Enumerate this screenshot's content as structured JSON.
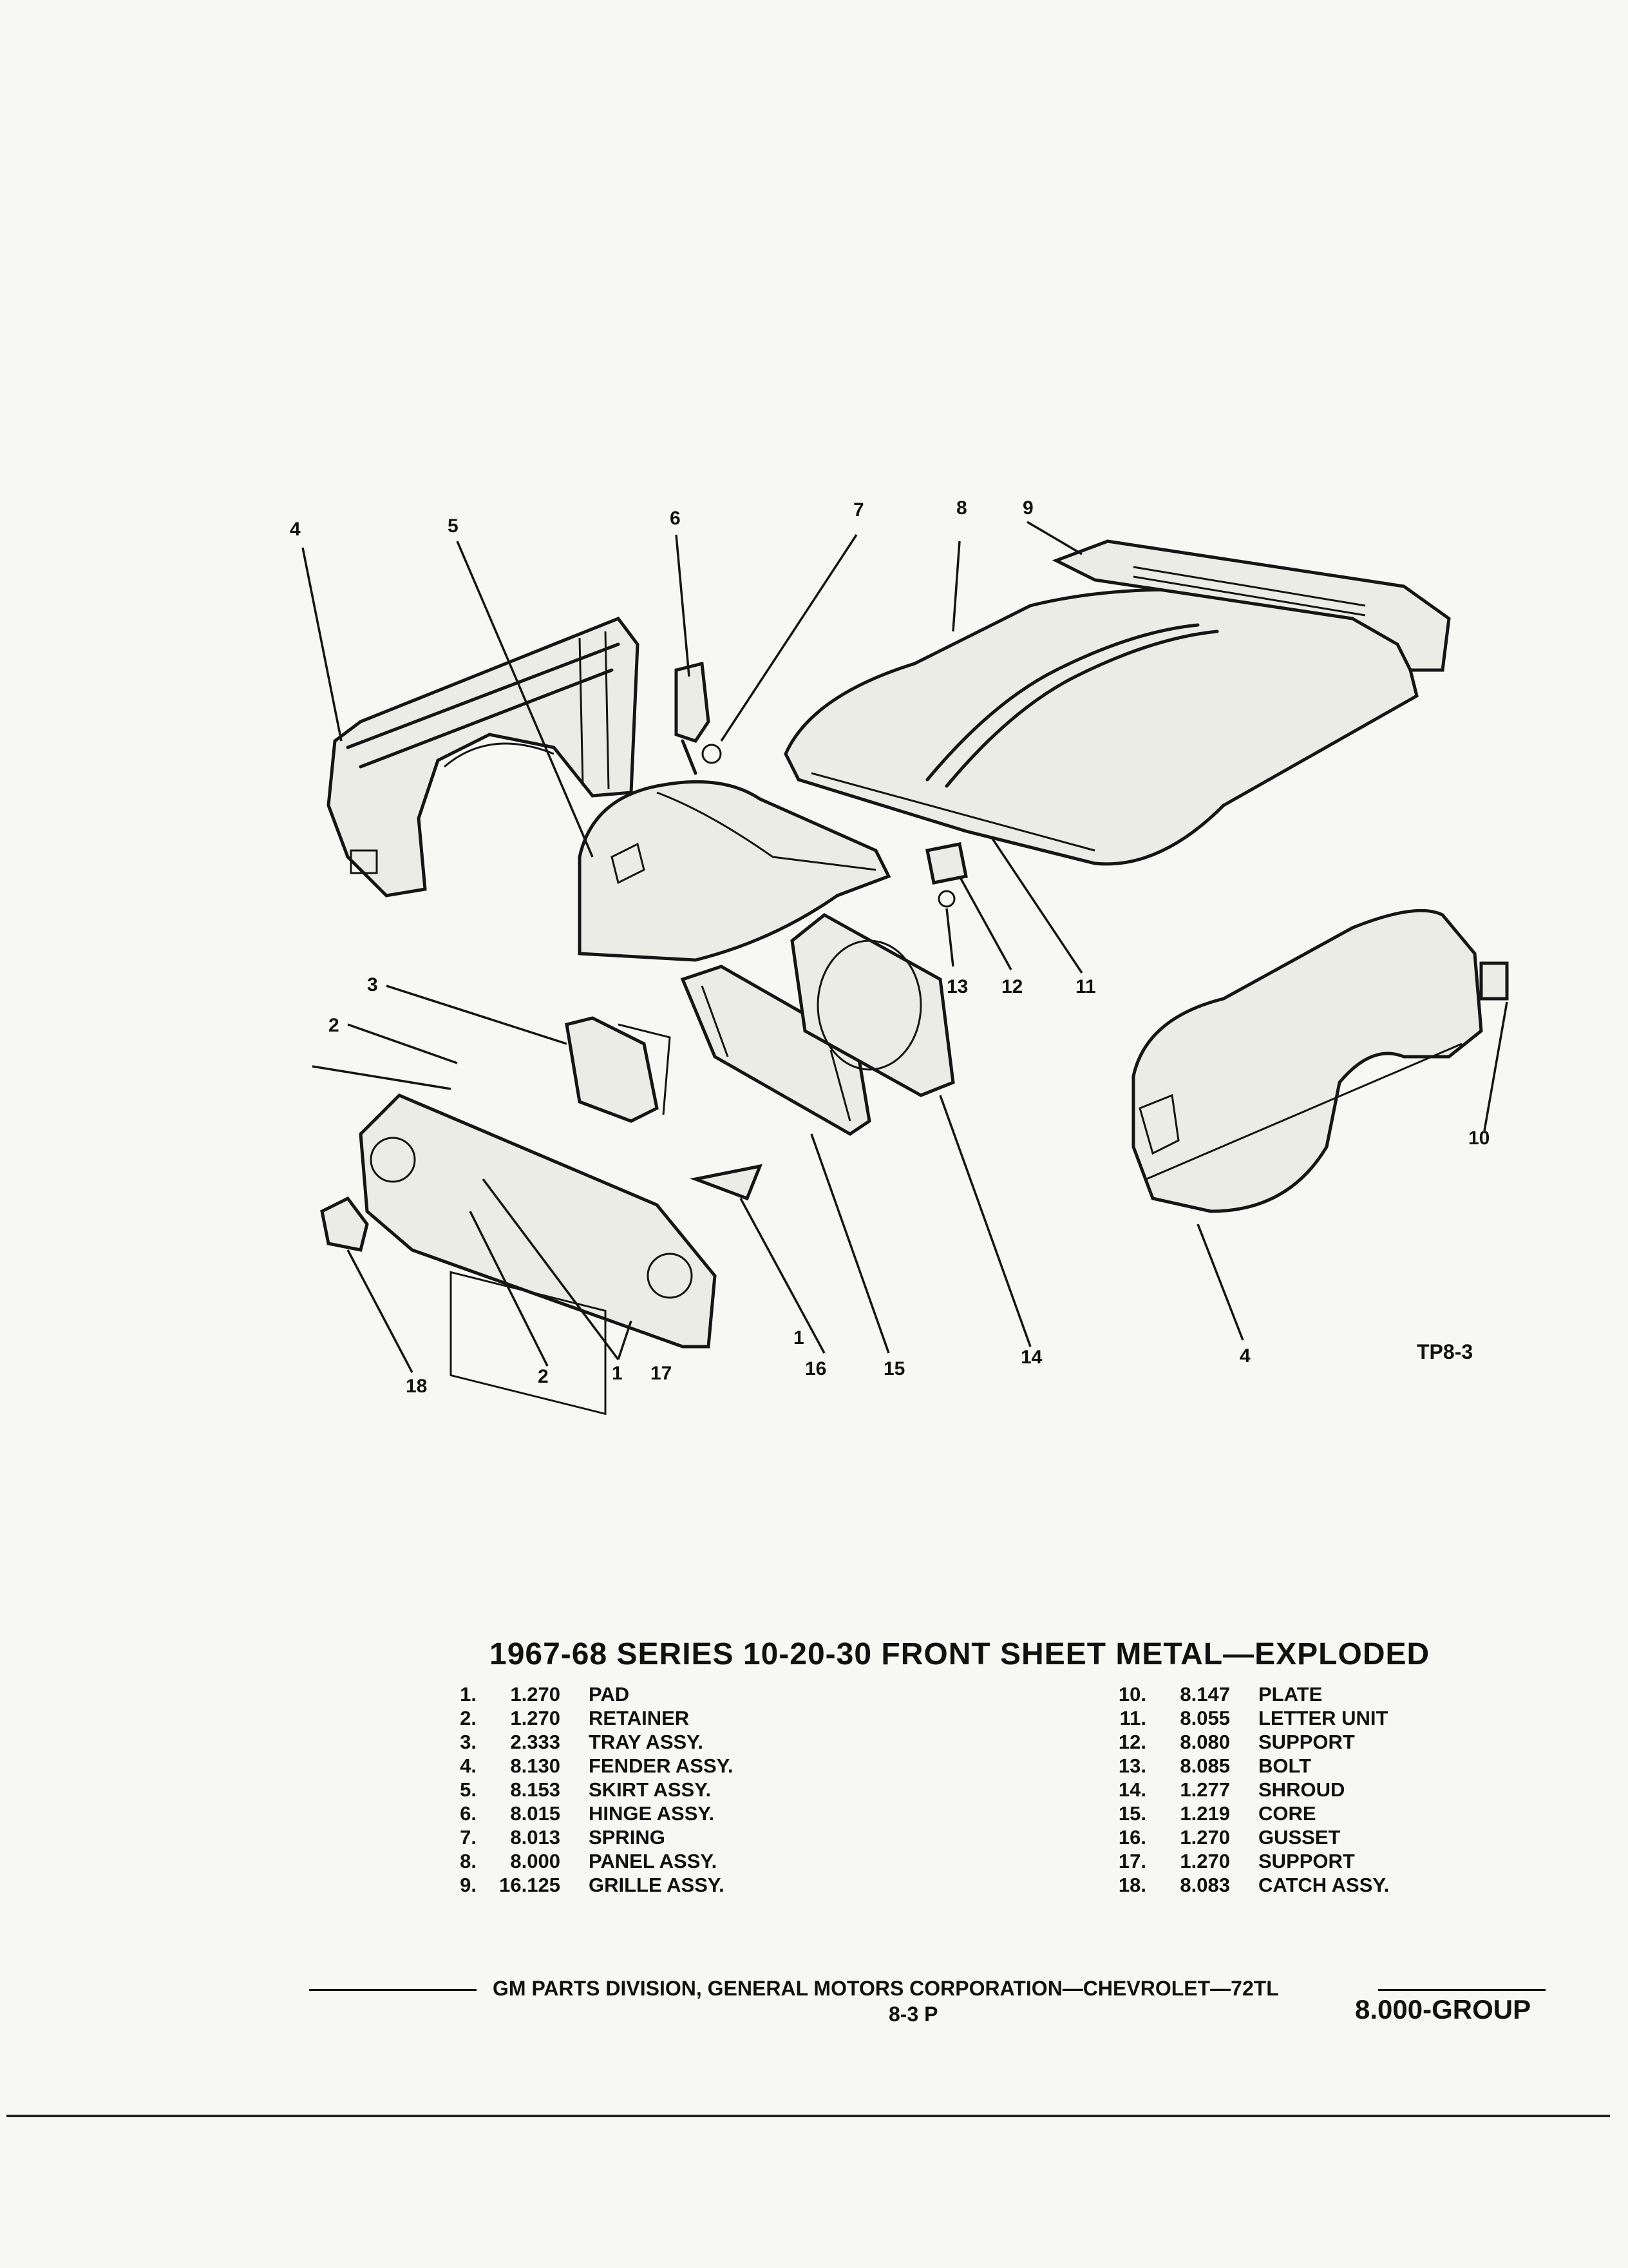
{
  "figure_id": "TP8-3",
  "title": "1967-68 SERIES 10-20-30 FRONT SHEET METAL—EXPLODED",
  "callouts": [
    "1",
    "2",
    "3",
    "4",
    "5",
    "6",
    "7",
    "8",
    "9",
    "10",
    "11",
    "12",
    "13",
    "14",
    "15",
    "16",
    "17",
    "18",
    "4",
    "2",
    "1"
  ],
  "parts_left": [
    {
      "num": "1.",
      "code": "1.270",
      "name": "PAD"
    },
    {
      "num": "2.",
      "code": "1.270",
      "name": "RETAINER"
    },
    {
      "num": "3.",
      "code": "2.333",
      "name": "TRAY ASSY."
    },
    {
      "num": "4.",
      "code": "8.130",
      "name": "FENDER ASSY."
    },
    {
      "num": "5.",
      "code": "8.153",
      "name": "SKIRT ASSY."
    },
    {
      "num": "6.",
      "code": "8.015",
      "name": "HINGE ASSY."
    },
    {
      "num": "7.",
      "code": "8.013",
      "name": "SPRING"
    },
    {
      "num": "8.",
      "code": "8.000",
      "name": "PANEL ASSY."
    },
    {
      "num": "9.",
      "code": "16.125",
      "name": "GRILLE ASSY."
    }
  ],
  "parts_right": [
    {
      "num": "10.",
      "code": "8.147",
      "name": "PLATE"
    },
    {
      "num": "11.",
      "code": "8.055",
      "name": "LETTER UNIT"
    },
    {
      "num": "12.",
      "code": "8.080",
      "name": "SUPPORT"
    },
    {
      "num": "13.",
      "code": "8.085",
      "name": "BOLT"
    },
    {
      "num": "14.",
      "code": "1.277",
      "name": "SHROUD"
    },
    {
      "num": "15.",
      "code": "1.219",
      "name": "CORE"
    },
    {
      "num": "16.",
      "code": "1.270",
      "name": "GUSSET"
    },
    {
      "num": "17.",
      "code": "1.270",
      "name": "SUPPORT"
    },
    {
      "num": "18.",
      "code": "8.083",
      "name": "CATCH ASSY."
    }
  ],
  "footer": {
    "text": "GM PARTS DIVISION, GENERAL MOTORS CORPORATION—CHEVROLET—72TL",
    "page": "8-3 P",
    "group": "8.000-GROUP"
  }
}
